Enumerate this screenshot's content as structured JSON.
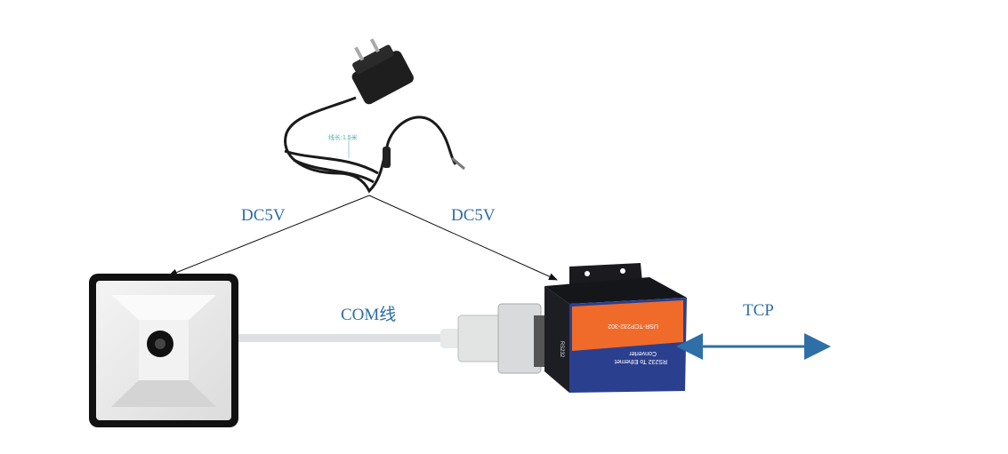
{
  "labels": {
    "dc_left": "DC5V",
    "dc_right": "DC5V",
    "com": "COM线",
    "tcp": "TCP"
  },
  "adapter": {
    "cable_length": "线长:1.5米"
  },
  "converter": {
    "title_line1": "RS232 To Ethernet",
    "title_line2": "Converter",
    "model": "USR-TCP232-302",
    "port": "RS232"
  },
  "colors": {
    "label": "#2e6da4",
    "tcp_arrow": "#2f6fa8",
    "converter_orange": "#f06a2a",
    "converter_blue": "#2b3f8f"
  }
}
